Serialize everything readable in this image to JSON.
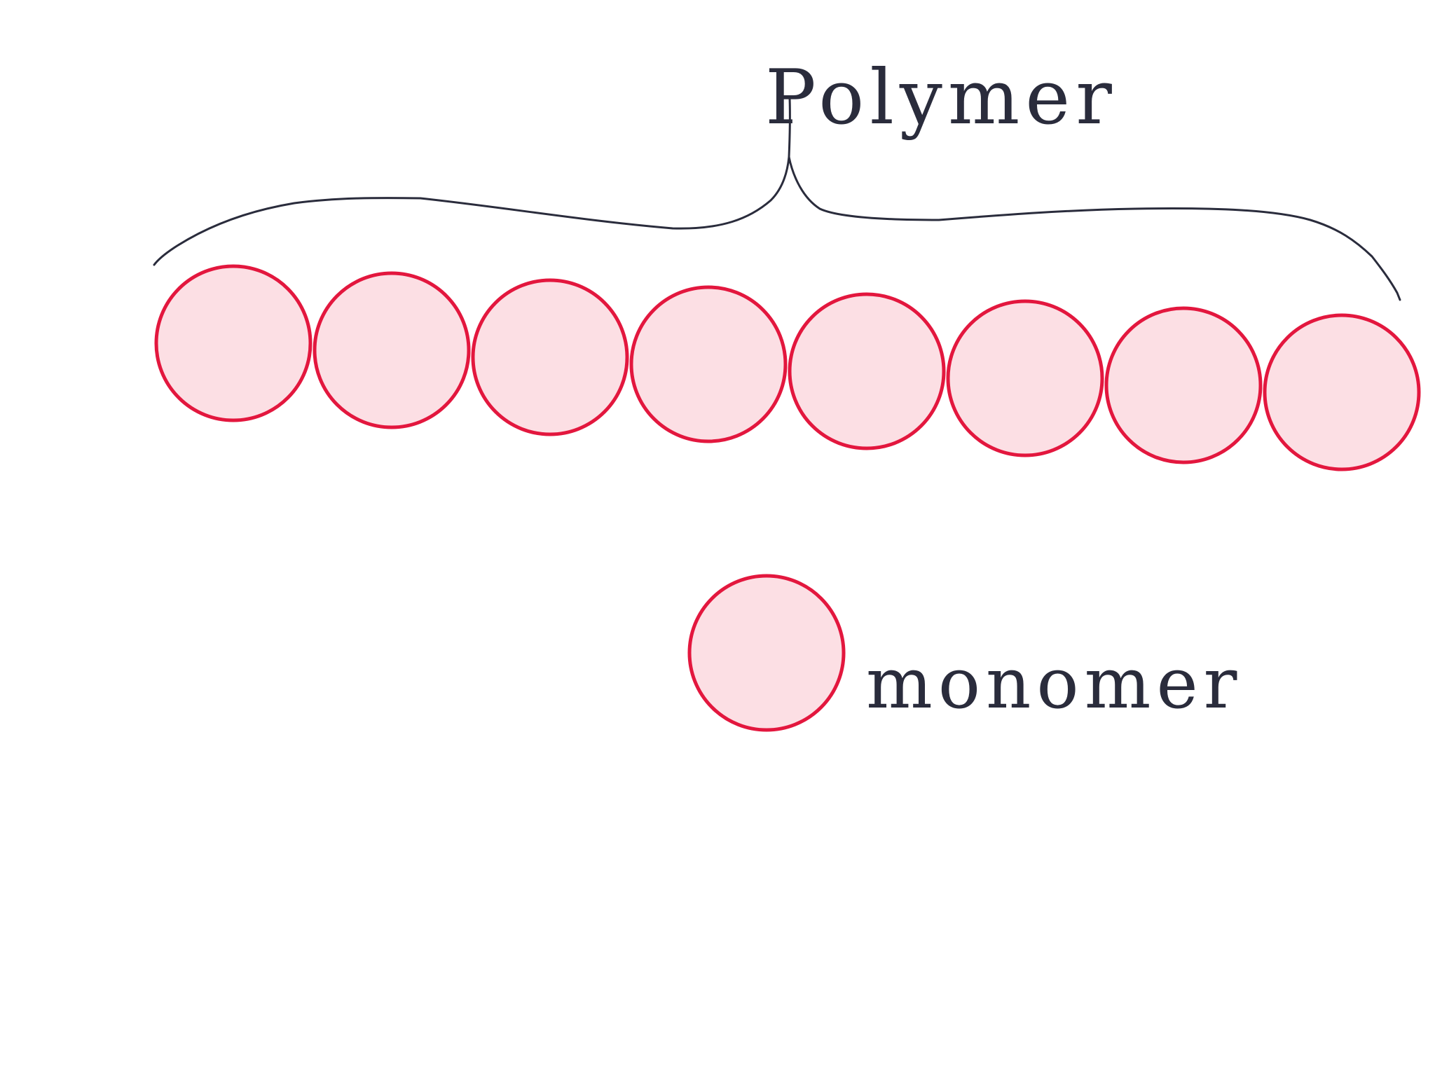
{
  "diagram": {
    "polymer_label": "Polymer",
    "monomer_label": "monomer",
    "polymer_unit_count": 8,
    "colors": {
      "circle_fill": "#fcdfe4",
      "circle_stroke": "#e3173e",
      "ink": "#2a2c3c",
      "background": "#ffffff"
    }
  }
}
